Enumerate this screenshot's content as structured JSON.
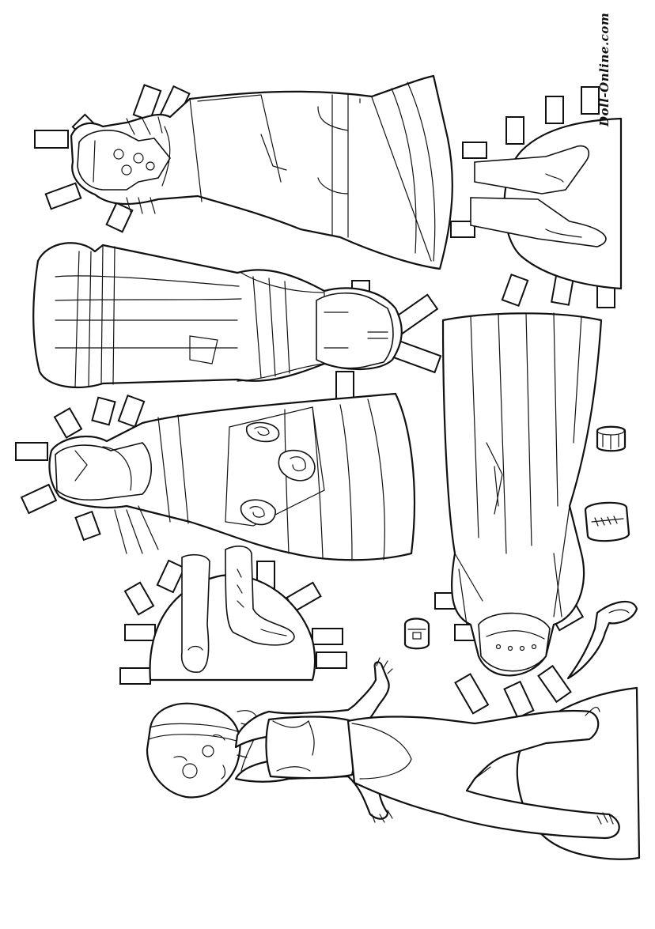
{
  "sheet": {
    "watermark": "Doll-Online.com",
    "line_color": "#111111",
    "paper_color": "#ffffff"
  },
  "pieces": [
    {
      "name": "gown-top-left"
    },
    {
      "name": "gown-middle-left"
    },
    {
      "name": "gown-lower-left-with-spirals"
    },
    {
      "name": "long-gown-right"
    },
    {
      "name": "boots-stand-top-right"
    },
    {
      "name": "boots-stand-left"
    },
    {
      "name": "doll-figure"
    },
    {
      "name": "bracelet-accessory"
    },
    {
      "name": "cuff-accessory"
    },
    {
      "name": "dagger-accessory"
    },
    {
      "name": "ring-accessory"
    }
  ]
}
